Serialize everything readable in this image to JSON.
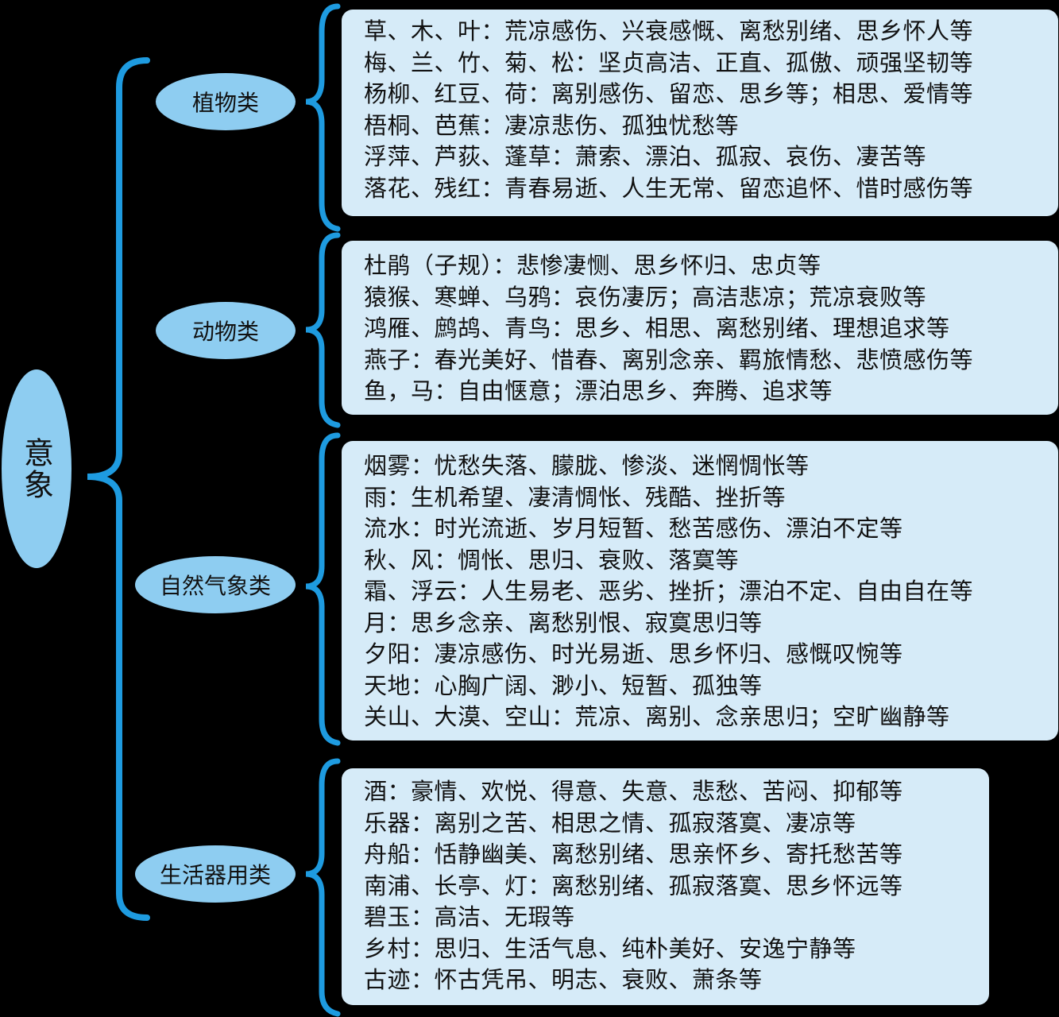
{
  "root": {
    "label": "意象"
  },
  "colors": {
    "background": "#000000",
    "bracket": "#1e9be0",
    "node_fill": "#8ecdf1",
    "box_fill": "#d6ebf8",
    "text": "#111111"
  },
  "categories": [
    {
      "label": "植物类",
      "lines": [
        "草、木、叶：荒凉感伤、兴衰感慨、离愁别绪、思乡怀人等",
        "梅、兰、竹、菊、松：坚贞高洁、正直、孤傲、顽强坚韧等",
        "杨柳、红豆、荷：离别感伤、留恋、思乡等；相思、爱情等",
        "梧桐、芭蕉：凄凉悲伤、孤独忧愁等",
        "浮萍、芦荻、蓬草：萧索、漂泊、孤寂、哀伤、凄苦等",
        "落花、残红：青春易逝、人生无常、留恋追怀、惜时感伤等"
      ]
    },
    {
      "label": "动物类",
      "lines": [
        "杜鹃（子规）：悲惨凄恻、思乡怀归、忠贞等",
        "猿猴、寒蝉、乌鸦：哀伤凄厉；高洁悲凉；荒凉衰败等",
        "鸿雁、鹧鸪、青鸟：思乡、相思、离愁别绪、理想追求等",
        "燕子：春光美好、惜春、离别念亲、羁旅情愁、悲愤感伤等",
        "鱼，马：自由惬意；漂泊思乡、奔腾、追求等"
      ]
    },
    {
      "label": "自然气象类",
      "lines": [
        "烟雾：忧愁失落、朦胧、惨淡、迷惘惆怅等",
        "雨：生机希望、凄清惆怅、残酷、挫折等",
        "流水：时光流逝、岁月短暂、愁苦感伤、漂泊不定等",
        "秋、风：惆怅、思归、衰败、落寞等",
        "霜、浮云：人生易老、恶劣、挫折；漂泊不定、自由自在等",
        "月：思乡念亲、离愁别恨、寂寞思归等",
        "夕阳：凄凉感伤、时光易逝、思乡怀归、感慨叹惋等",
        "天地：心胸广阔、渺小、短暂、孤独等",
        "关山、大漠、空山：荒凉、离别、念亲思归；空旷幽静等"
      ]
    },
    {
      "label": "生活器用类",
      "lines": [
        "酒：豪情、欢悦、得意、失意、悲愁、苦闷、抑郁等",
        "乐器：离别之苦、相思之情、孤寂落寞、凄凉等",
        "舟船：恬静幽美、离愁别绪、思亲怀乡、寄托愁苦等",
        "南浦、长亭、灯：离愁别绪、孤寂落寞、思乡怀远等",
        "碧玉：高洁、无瑕等",
        "乡村：思归、生活气息、纯朴美好、安逸宁静等",
        "古迹：怀古凭吊、明志、衰败、萧条等"
      ]
    }
  ]
}
